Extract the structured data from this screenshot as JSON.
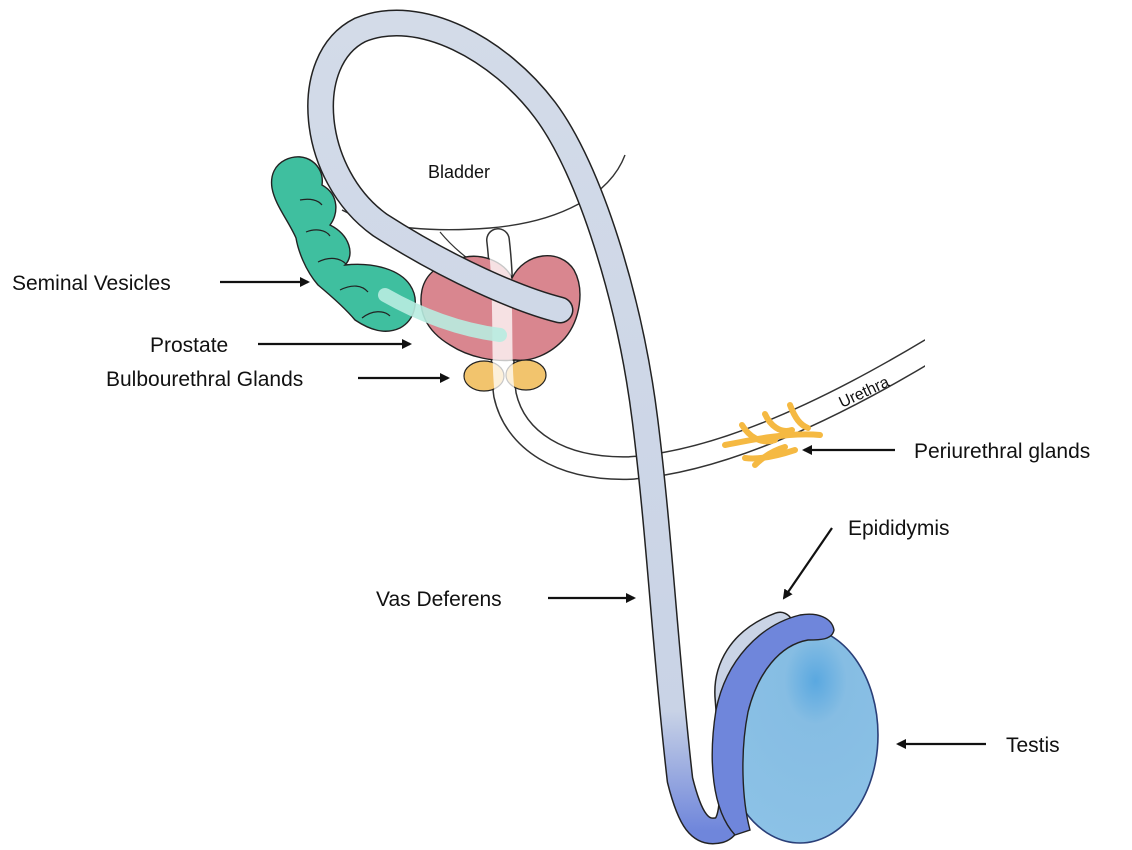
{
  "labels": {
    "bladder": "Bladder",
    "seminal_vesicles": "Seminal Vesicles",
    "prostate": "Prostate",
    "bulbourethral_glands": "Bulbourethral Glands",
    "urethra": "Urethra",
    "periurethral_glands": "Periurethral glands",
    "epididymis": "Epididymis",
    "vas_deferens": "Vas Deferens",
    "testis": "Testis"
  },
  "colors": {
    "seminal_vesicles": "#3fbf9f",
    "prostate": "#d9868f",
    "bulbourethral_glands": "#f2c46d",
    "periurethral_glands": "#f5b942",
    "vas_deferens": "#d3dbe8",
    "epididymis": "#6f86db",
    "testis": "#86bde3",
    "outline": "#222222"
  }
}
